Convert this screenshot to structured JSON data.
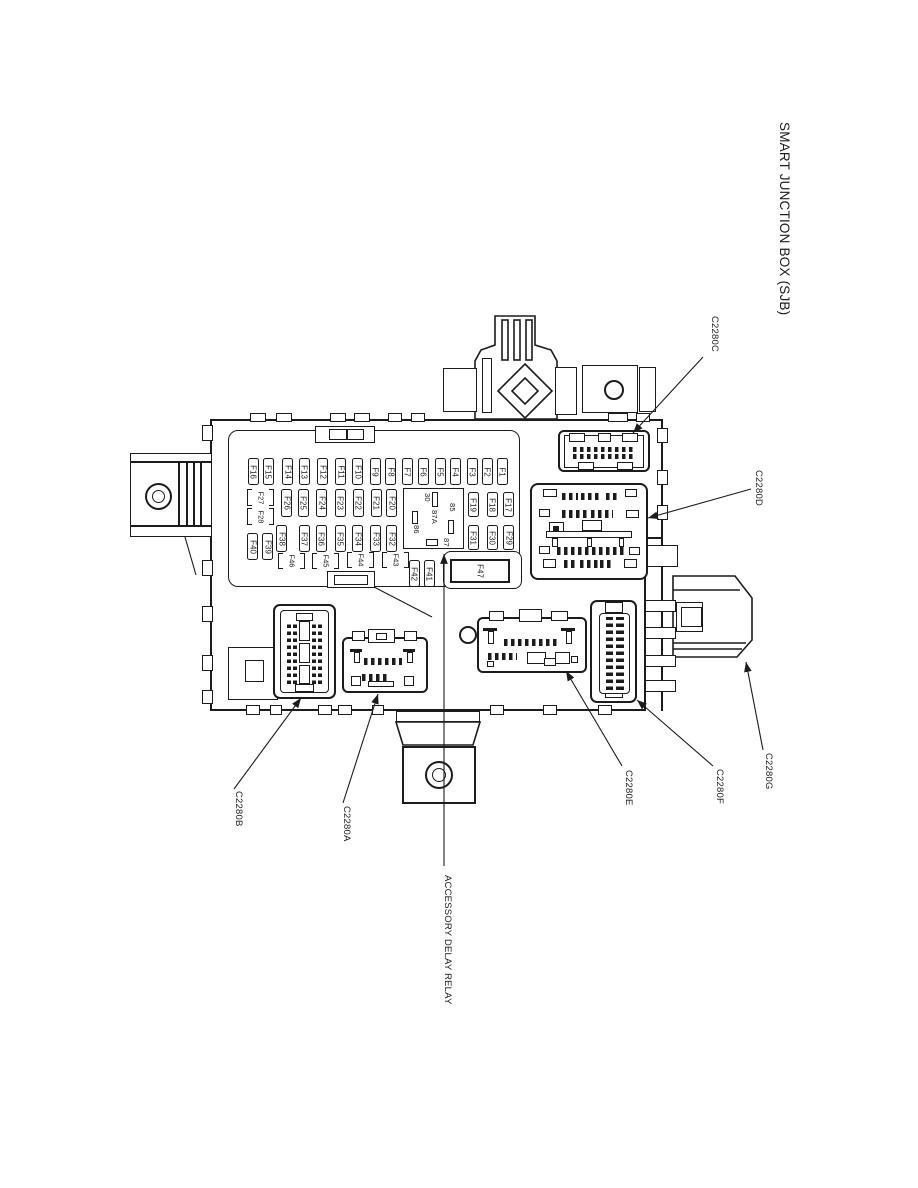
{
  "title": "SMART JUNCTION BOX (SJB)",
  "connectors": {
    "a": "C2280A",
    "b": "C2280B",
    "c": "C2280C",
    "d": "C2280D",
    "e": "C2280E",
    "f": "C2280F",
    "g": "C2280G"
  },
  "relay": {
    "label": "ACCESSORY DELAY RELAY",
    "pins": {
      "p30": "30",
      "p85": "85",
      "p86": "86",
      "p87": "87",
      "p87a": "87A"
    }
  },
  "fuses": {
    "f1": "F1",
    "f2": "F2",
    "f3": "F3",
    "f4": "F4",
    "f5": "F5",
    "f6": "F6",
    "f7": "F7",
    "f8": "F8",
    "f9": "F9",
    "f10": "F10",
    "f11": "F11",
    "f12": "F12",
    "f13": "F13",
    "f14": "F14",
    "f15": "F15",
    "f16": "F16",
    "f17": "F17",
    "f18": "F18",
    "f19": "F19",
    "f20": "F20",
    "f21": "F21",
    "f22": "F22",
    "f23": "F23",
    "f24": "F24",
    "f25": "F25",
    "f26": "F26",
    "f27": "F27",
    "f28": "F28",
    "f29": "F29",
    "f30": "F30",
    "f31": "F31",
    "f32": "F32",
    "f33": "F33",
    "f34": "F34",
    "f35": "F35",
    "f36": "F36",
    "f37": "F37",
    "f38": "F38",
    "f39": "F39",
    "f40": "F40",
    "f41": "F41",
    "f42": "F42",
    "f43": "F43",
    "f44": "F44",
    "f45": "F45",
    "f46": "F46",
    "f47": "F47"
  }
}
